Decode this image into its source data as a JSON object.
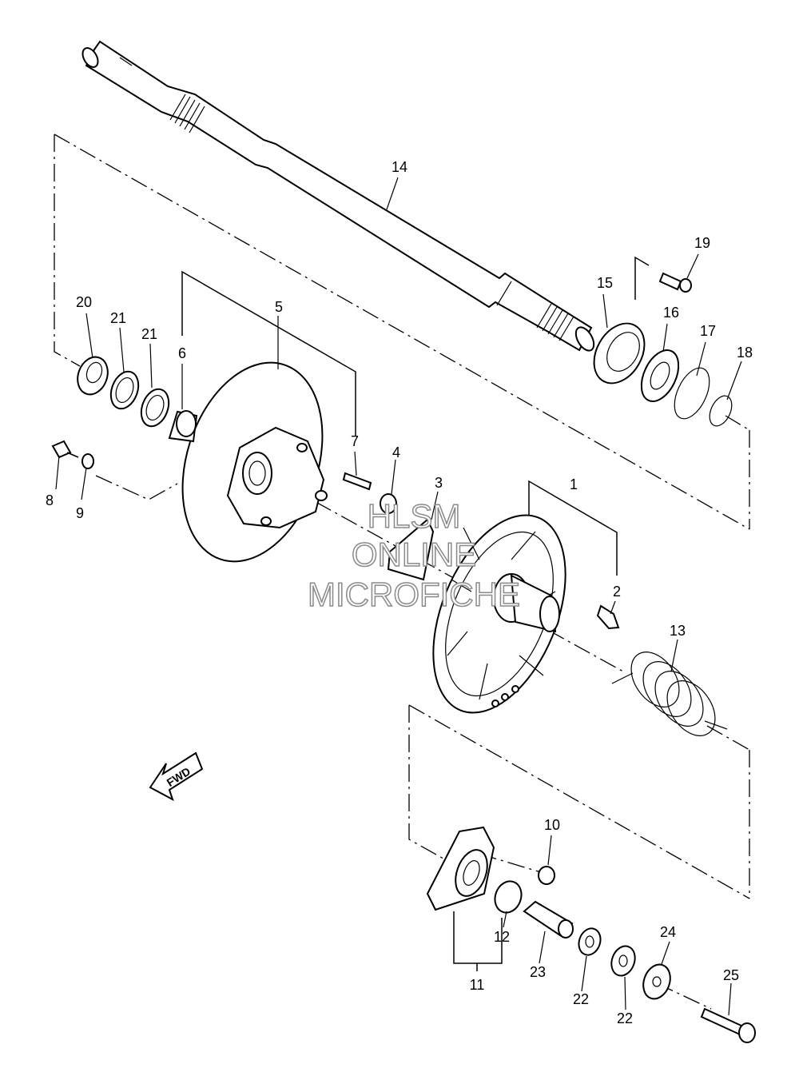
{
  "callouts": [
    "1",
    "2",
    "3",
    "4",
    "5",
    "6",
    "7",
    "8",
    "9",
    "10",
    "11",
    "12",
    "13",
    "14",
    "15",
    "16",
    "17",
    "18",
    "19",
    "20",
    "21",
    "21",
    "22",
    "22",
    "23",
    "24",
    "25"
  ],
  "watermark": [
    "HLSM",
    "ONLINE",
    "MICROFICHE"
  ],
  "direction_badge": "FWD"
}
